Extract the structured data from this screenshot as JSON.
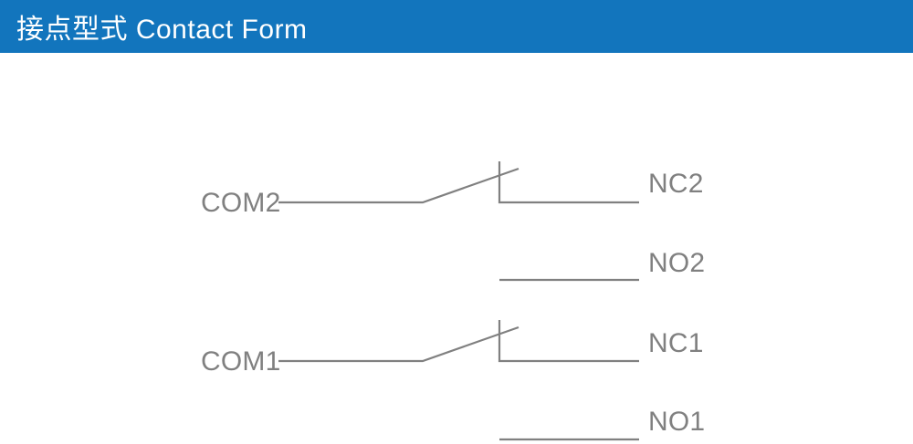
{
  "header": {
    "title": "接点型式 Contact Form",
    "background_color": "#1275bd",
    "text_color": "#ffffff"
  },
  "diagram": {
    "line_color": "#808080",
    "label_color": "#808080",
    "background_color": "#ffffff",
    "labels": {
      "com2": "COM2",
      "nc2": "NC2",
      "no2": "NO2",
      "com1": "COM1",
      "nc1": "NC1",
      "no1": "NO1"
    },
    "contacts": [
      {
        "common": "COM2",
        "normally_closed": "NC2",
        "normally_open": "NO2"
      },
      {
        "common": "COM1",
        "normally_closed": "NC1",
        "normally_open": "NO1"
      }
    ]
  }
}
